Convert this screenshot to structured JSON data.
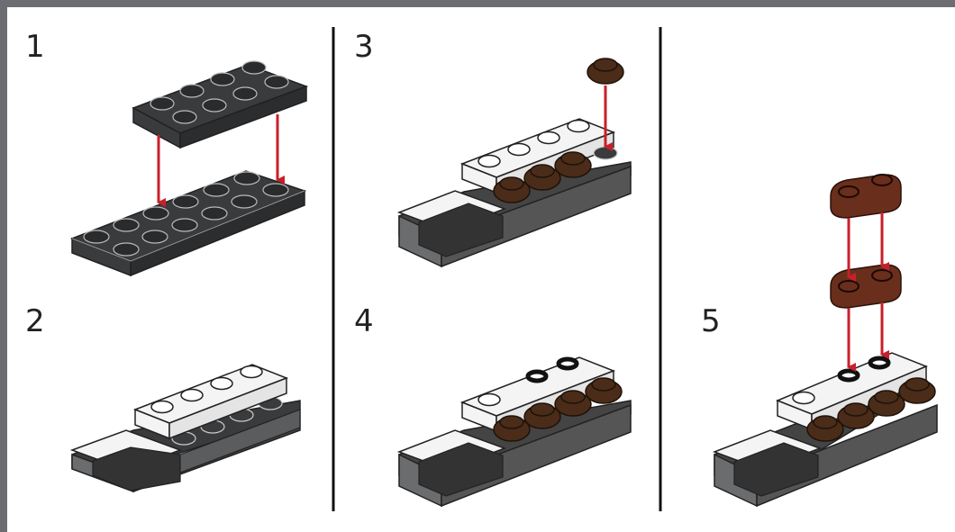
{
  "steps": [
    {
      "number": "1"
    },
    {
      "number": "2"
    },
    {
      "number": "3"
    },
    {
      "number": "4"
    },
    {
      "number": "5"
    }
  ],
  "colors": {
    "frame": "#6b6d70",
    "paper": "#ffffff",
    "dark_gray_brick": "#3a3b3d",
    "light_bluish_gray": "#8c8e90",
    "white_brick": "#f4f4f4",
    "brown_brick": "#4a2c18",
    "reddish_brown": "#6a2e1c",
    "arrow": "#c8202a",
    "divider": "#111111"
  }
}
